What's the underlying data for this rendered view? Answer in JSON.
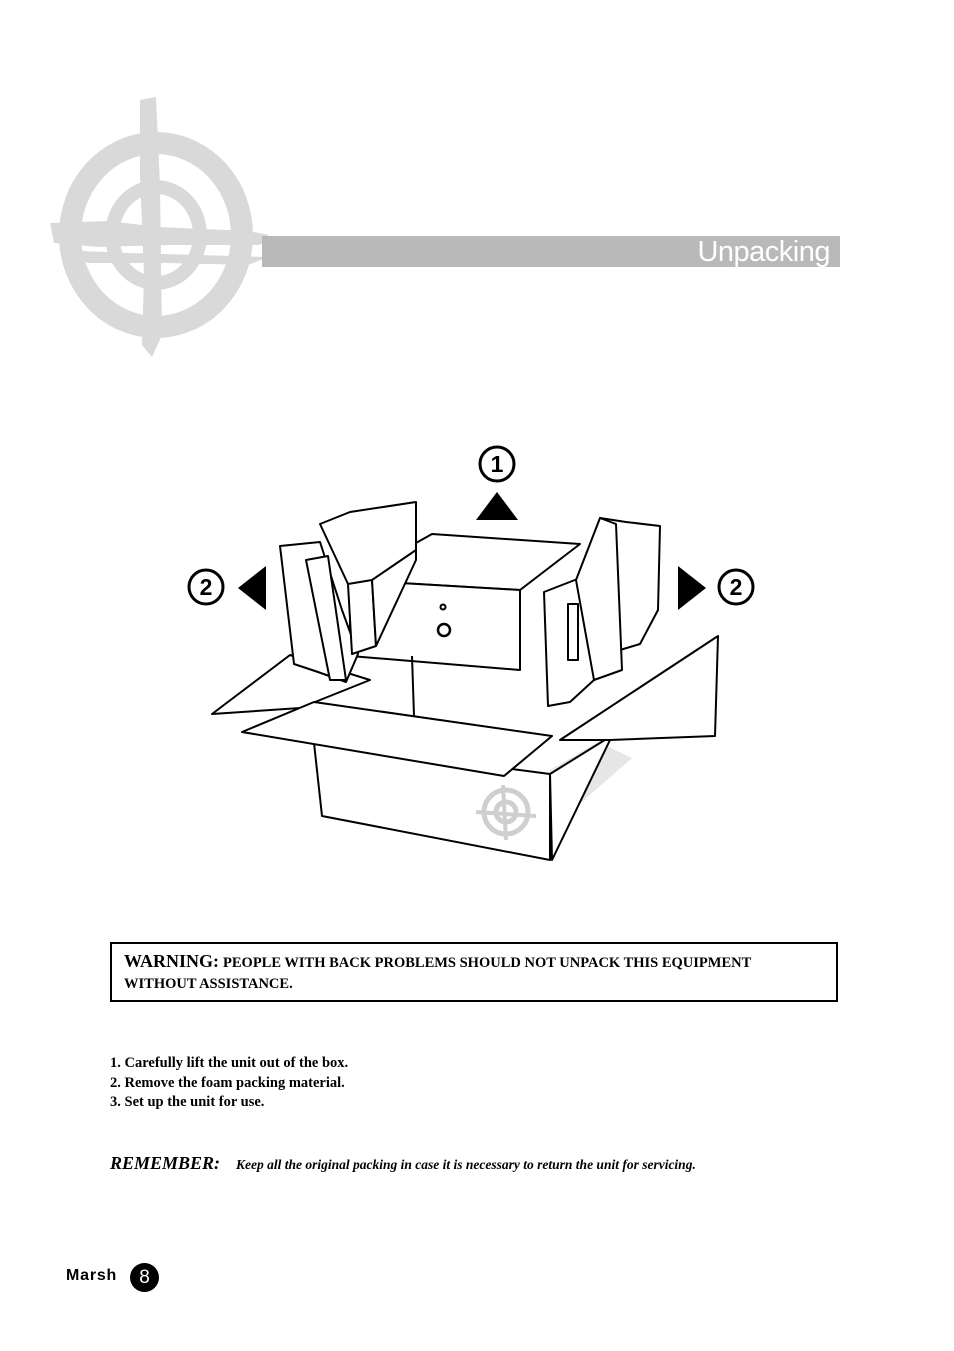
{
  "header": {
    "title": "Unpacking"
  },
  "diagram": {
    "lift_label": "1",
    "remove_label_left": "2",
    "remove_label_right": "2"
  },
  "warning": {
    "label": "WARNING:",
    "text": "PEOPLE WITH BACK PROBLEMS SHOULD NOT UNPACK THIS EQUIPMENT WITHOUT ASSISTANCE."
  },
  "steps": [
    "1. Carefully lift the unit out of the box.",
    "2. Remove the foam packing material.",
    "3. Set up the unit for use."
  ],
  "remember": {
    "label": "REMEMBER:",
    "text": "Keep all the original packing in case it is necessary to return the unit for servicing."
  },
  "footer": {
    "brand": "Marsh",
    "page_number": "8"
  },
  "colors": {
    "title_bar": "#b9b9b9",
    "logo_mark": "#d8d8d8",
    "text": "#000000"
  }
}
